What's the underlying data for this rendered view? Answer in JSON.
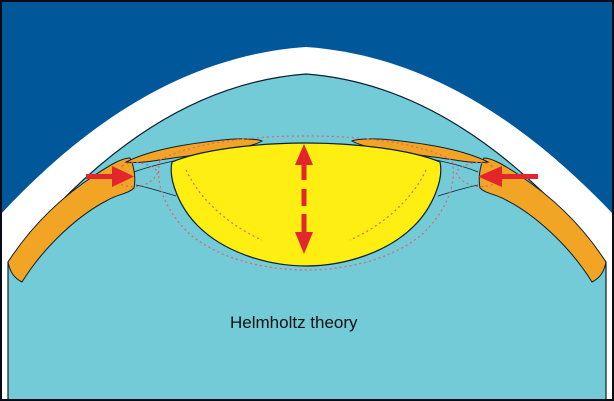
{
  "caption": "Helmholtz theory",
  "colors": {
    "background": "#00579a",
    "border": "#0a0a14",
    "eye_fluid": "#72cbd6",
    "sclera": "#ffffff",
    "ciliary_tissue": "#f2a425",
    "lens": "#ffee12",
    "arrow": "#e3262c",
    "dotted_outline": "#e8606a"
  },
  "icons": {
    "arrow_left": "red-arrow-right",
    "arrow_right": "red-arrow-left",
    "arrow_vertical": "red-double-arrow-vertical"
  }
}
